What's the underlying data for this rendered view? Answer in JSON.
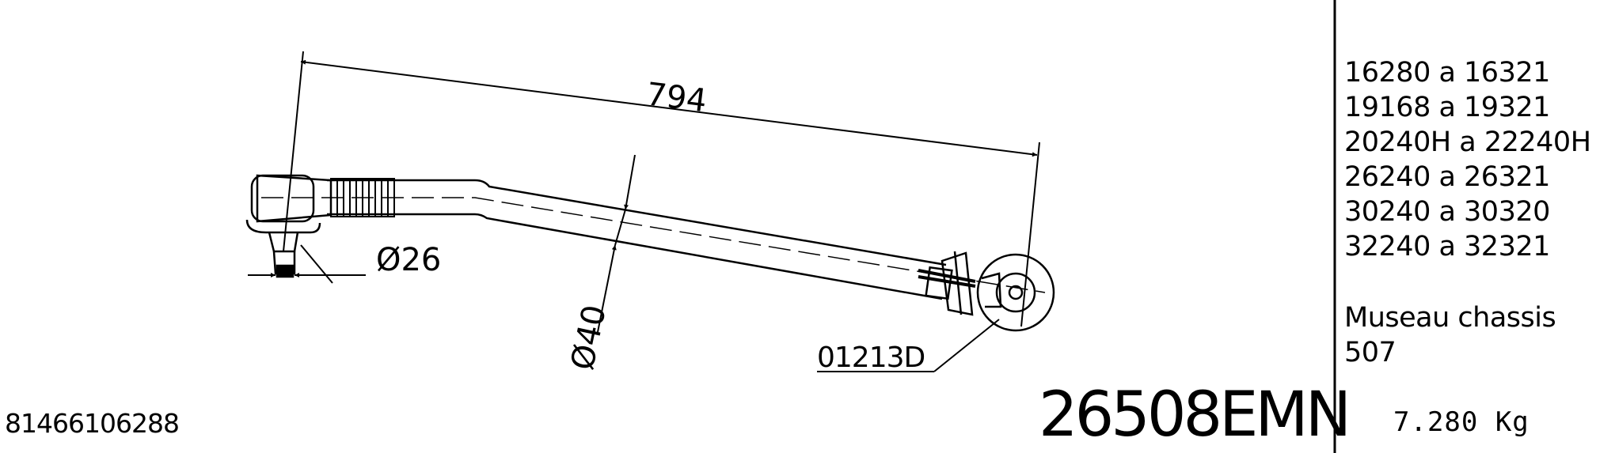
{
  "dimensions": {
    "length": "794",
    "ball_diameter": "Ø26",
    "tube_diameter": "Ø40"
  },
  "callout": {
    "joint_ref": "01213D"
  },
  "part": {
    "oem_number": "81466106288",
    "part_number": "26508EMN",
    "weight": "7.280 Kg"
  },
  "applications": [
    {
      "range": "16280 a 16321"
    },
    {
      "range": "19168 a 19321"
    },
    {
      "range": "20240H a 22240H"
    },
    {
      "range": "26240 a 26321"
    },
    {
      "range": "30240 a 30320"
    },
    {
      "range": "32240 a 32321"
    }
  ],
  "notes": {
    "line1": "Museau chassis",
    "line2": "507"
  }
}
